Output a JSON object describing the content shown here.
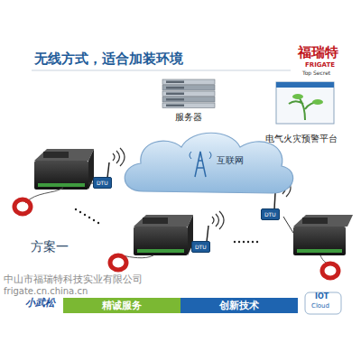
{
  "diagram": {
    "title": "无线方式，适合加装环境",
    "nodes": [
      {
        "text": [
          "服务器"
        ]
      },
      {
        "text": [
          "电气火灾预警平台"
        ]
      },
      {
        "text": [
          "互联网"
        ]
      },
      {
        "text": [
          "DTU"
        ]
      },
      {
        "text": [
          "DTU"
        ]
      },
      {
        "text": [
          "DTU"
        ]
      },
      {
        "text": [
          "精诚服务"
        ]
      },
      {
        "text": [
          "创新技术"
        ]
      }
    ],
    "labels": [
      "福瑞特",
      "FRIGATE",
      "Top Secret",
      "方案一",
      "中山市福瑞特科技实业有限公司",
      "frigate.cn.china.cn",
      "小武松",
      "IOT",
      "Cloud"
    ]
  }
}
